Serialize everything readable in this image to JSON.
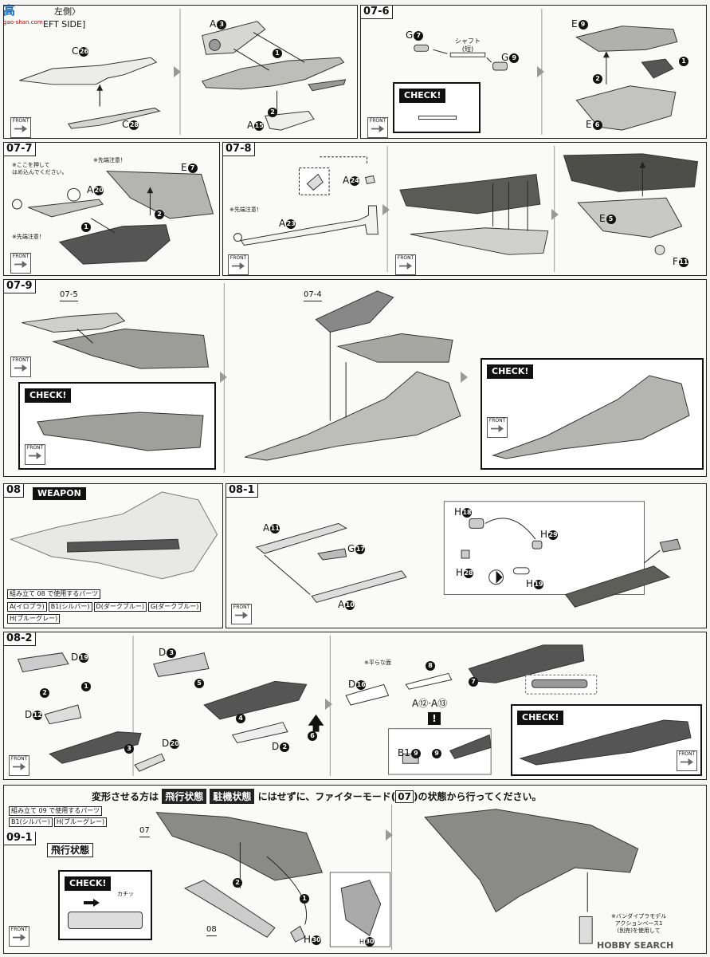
{
  "header": {
    "site_logo": "高",
    "site_url": "gao-shan.com",
    "left_side_jp": "左側〉",
    "left_side_en": "EFT SIDE]"
  },
  "parts": {
    "C26": "C",
    "C28": "C",
    "A3": "A",
    "A15": "A",
    "G7": "G",
    "G9": "G",
    "E9": "E",
    "E6": "E",
    "A20": "A",
    "E7": "E",
    "A24": "A",
    "A23": "A",
    "E5": "E",
    "F11": "F",
    "A11": "A",
    "G17": "G",
    "A10": "A",
    "H18": "H",
    "H29": "H",
    "H28": "H",
    "H19": "H",
    "D19": "D",
    "D12": "D",
    "D3": "D",
    "D2": "D",
    "D20": "D",
    "D16": "D",
    "A12A13": "A⑫·A⑬",
    "B19": "B1",
    "H30": "H"
  },
  "nums": {
    "n1": "1",
    "n2": "2",
    "n3": "3",
    "n4": "4",
    "n5": "5",
    "n6": "6",
    "n7": "7",
    "n8": "8",
    "n9": "9",
    "n10": "10",
    "n11": "11",
    "n12": "12",
    "n13": "13",
    "n15": "15",
    "n16": "16",
    "n17": "17",
    "n18": "18",
    "n19": "19",
    "n20": "20",
    "n23": "23",
    "n24": "24",
    "n26": "26",
    "n28": "28",
    "n29": "29",
    "n30": "30"
  },
  "steps": {
    "s076": "07-6",
    "s077": "07-7",
    "s078": "07-8",
    "s079": "07-9",
    "s08": "08",
    "s081": "08-1",
    "s082": "08-2",
    "s091": "09-1",
    "ref075": "07-5",
    "ref074": "07-4",
    "ref07": "07",
    "ref08": "08"
  },
  "text": {
    "check": "CHECK!",
    "front": "FRONT",
    "shaft": "シャフト",
    "shaft_short": "(短)",
    "push_here": "※ここを押して\nはめ込んでください。",
    "tip_caution": "※先端注意！",
    "weapon": "WEAPON",
    "parts_used_08": "組み立て 08 で使用するパーツ",
    "parts_used_09": "組み立て 09 で使用するパーツ",
    "flat_face": "※平らな面",
    "transform_note_a": "変形させる方は",
    "transform_flight": "飛行状態",
    "transform_parked": "駐機状態",
    "transform_note_b": "にはせずに、ファイターモード(",
    "transform_note_c": "07",
    "transform_note_d": ")の状態から行ってください。",
    "flight_state": "飛行状態",
    "click_sound": "カチッ",
    "base_note": "※バンダイプラモデル\nアクションベース1\n(別売)を使用して",
    "hobby_search": "HOBBY SEARCH"
  },
  "legend08": [
    "A(イロプラ)",
    "B1(シルバー)",
    "D(ダークブルー)",
    "G(ダークブルー)",
    "H(ブルーグレー)"
  ],
  "legend09": [
    "B1(シルバー)",
    "H(ブルーグレー)"
  ],
  "colors": {
    "ink": "#111111",
    "part_light": "#e6e6e4",
    "part_mid": "#b5b5b2",
    "part_dark": "#6e6e6a",
    "arrow_grey": "#999999"
  }
}
